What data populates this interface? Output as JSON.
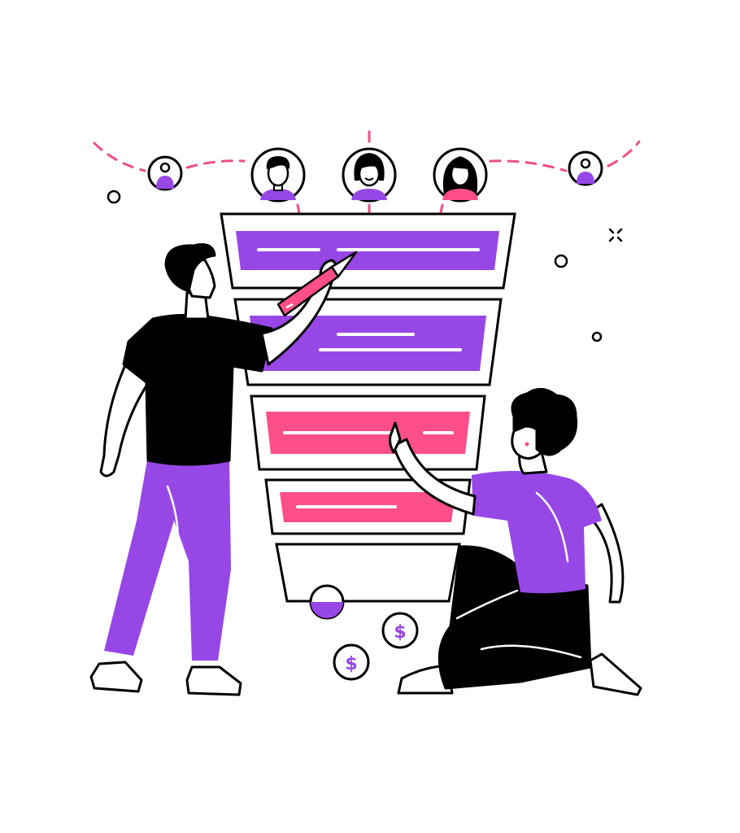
{
  "colors": {
    "background": "#ffffff",
    "ink": "#000000",
    "purple": "#9747e6",
    "pink": "#ff4f8b",
    "dash": "#ef4e87"
  },
  "funnel": {
    "stages": [
      {
        "fill": "purple",
        "lines": 2
      },
      {
        "fill": "purple",
        "lines": 2
      },
      {
        "fill": "pink",
        "lines": 2
      },
      {
        "fill": "pink",
        "lines": 1
      },
      {
        "fill": "none",
        "lines": 0
      }
    ]
  },
  "people": [
    "man-standing",
    "woman-kneeling"
  ],
  "avatars": [
    "user-icon",
    "man-avatar",
    "woman-avatar",
    "woman-long-hair-avatar",
    "user-icon"
  ],
  "coins": {
    "symbol": "$",
    "count": 2
  }
}
